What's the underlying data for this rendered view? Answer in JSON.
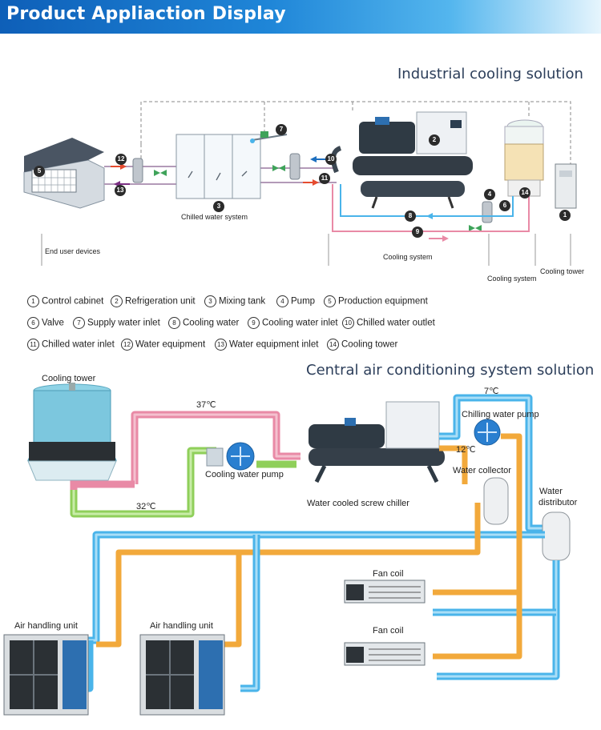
{
  "header": {
    "title": "Product Appliaction Display"
  },
  "industrial": {
    "title": "Industrial cooling solution",
    "labels": {
      "end_user": "End user devices",
      "chilled_water_system": "Chilled water system",
      "cooling_system_1": "Cooling system",
      "cooling_system_2": "Cooling system",
      "cooling_tower": "Cooling tower"
    },
    "badges": [
      "1",
      "2",
      "3",
      "4",
      "5",
      "6",
      "7",
      "8",
      "9",
      "10",
      "11",
      "12",
      "13",
      "14"
    ],
    "legend": [
      {
        "num": "1",
        "text": "Control cabinet"
      },
      {
        "num": "2",
        "text": "Refrigeration unit"
      },
      {
        "num": "3",
        "text": "Mixing tank"
      },
      {
        "num": "4",
        "text": "Pump"
      },
      {
        "num": "5",
        "text": "Production equipment"
      },
      {
        "num": "6",
        "text": "Valve"
      },
      {
        "num": "7",
        "text": "Supply water inlet"
      },
      {
        "num": "8",
        "text": "Cooling water"
      },
      {
        "num": "9",
        "text": "Cooling water inlet"
      },
      {
        "num": "10",
        "text": "Chilled water outlet"
      },
      {
        "num": "11",
        "text": "Chilled water inlet"
      },
      {
        "num": "12",
        "text": "Water equipment"
      },
      {
        "num": "13",
        "text": "Water equipment inlet"
      },
      {
        "num": "14",
        "text": "Cooling tower"
      }
    ]
  },
  "central": {
    "title": "Central air conditioning system solution",
    "labels": {
      "cooling_tower": "Cooling tower",
      "temp_37": "37℃",
      "temp_32": "32℃",
      "temp_7": "7℃",
      "temp_12": "12℃",
      "cooling_water_pump": "Cooling water pump",
      "chilling_water_pump": "Chilling water pump",
      "screw_chiller": "Water cooled screw chiller",
      "water_collector": "Water collector",
      "water_distributor_1": "Water",
      "water_distributor_2": "distributor",
      "fan_coil_1": "Fan coil",
      "fan_coil_2": "Fan coil",
      "ahu_1": "Air handling unit",
      "ahu_2": "Air handling unit"
    }
  },
  "colors": {
    "chilled": "#4ab4ea",
    "cooling_hot": "#e98aa6",
    "cooling_cold": "#8fcf5a",
    "return": "#f2a93b",
    "banner": "#1a78cf"
  }
}
